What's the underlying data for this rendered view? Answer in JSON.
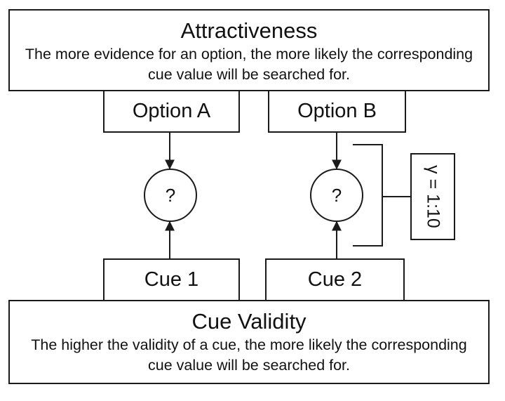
{
  "attractiveness": {
    "title": "Attractiveness",
    "description": "The more evidence for an option, the more likely the corresponding cue value will be searched for."
  },
  "options": [
    {
      "label": "Option A"
    },
    {
      "label": "Option B"
    }
  ],
  "decision_nodes": [
    {
      "label": "?"
    },
    {
      "label": "?"
    }
  ],
  "cues": [
    {
      "label": "Cue 1"
    },
    {
      "label": "Cue 2"
    }
  ],
  "gamma": {
    "label": "γ = 1:10"
  },
  "cue_validity": {
    "title": "Cue Validity",
    "description": "The higher the validity of a cue, the more likely the corresponding cue value will be searched for."
  }
}
